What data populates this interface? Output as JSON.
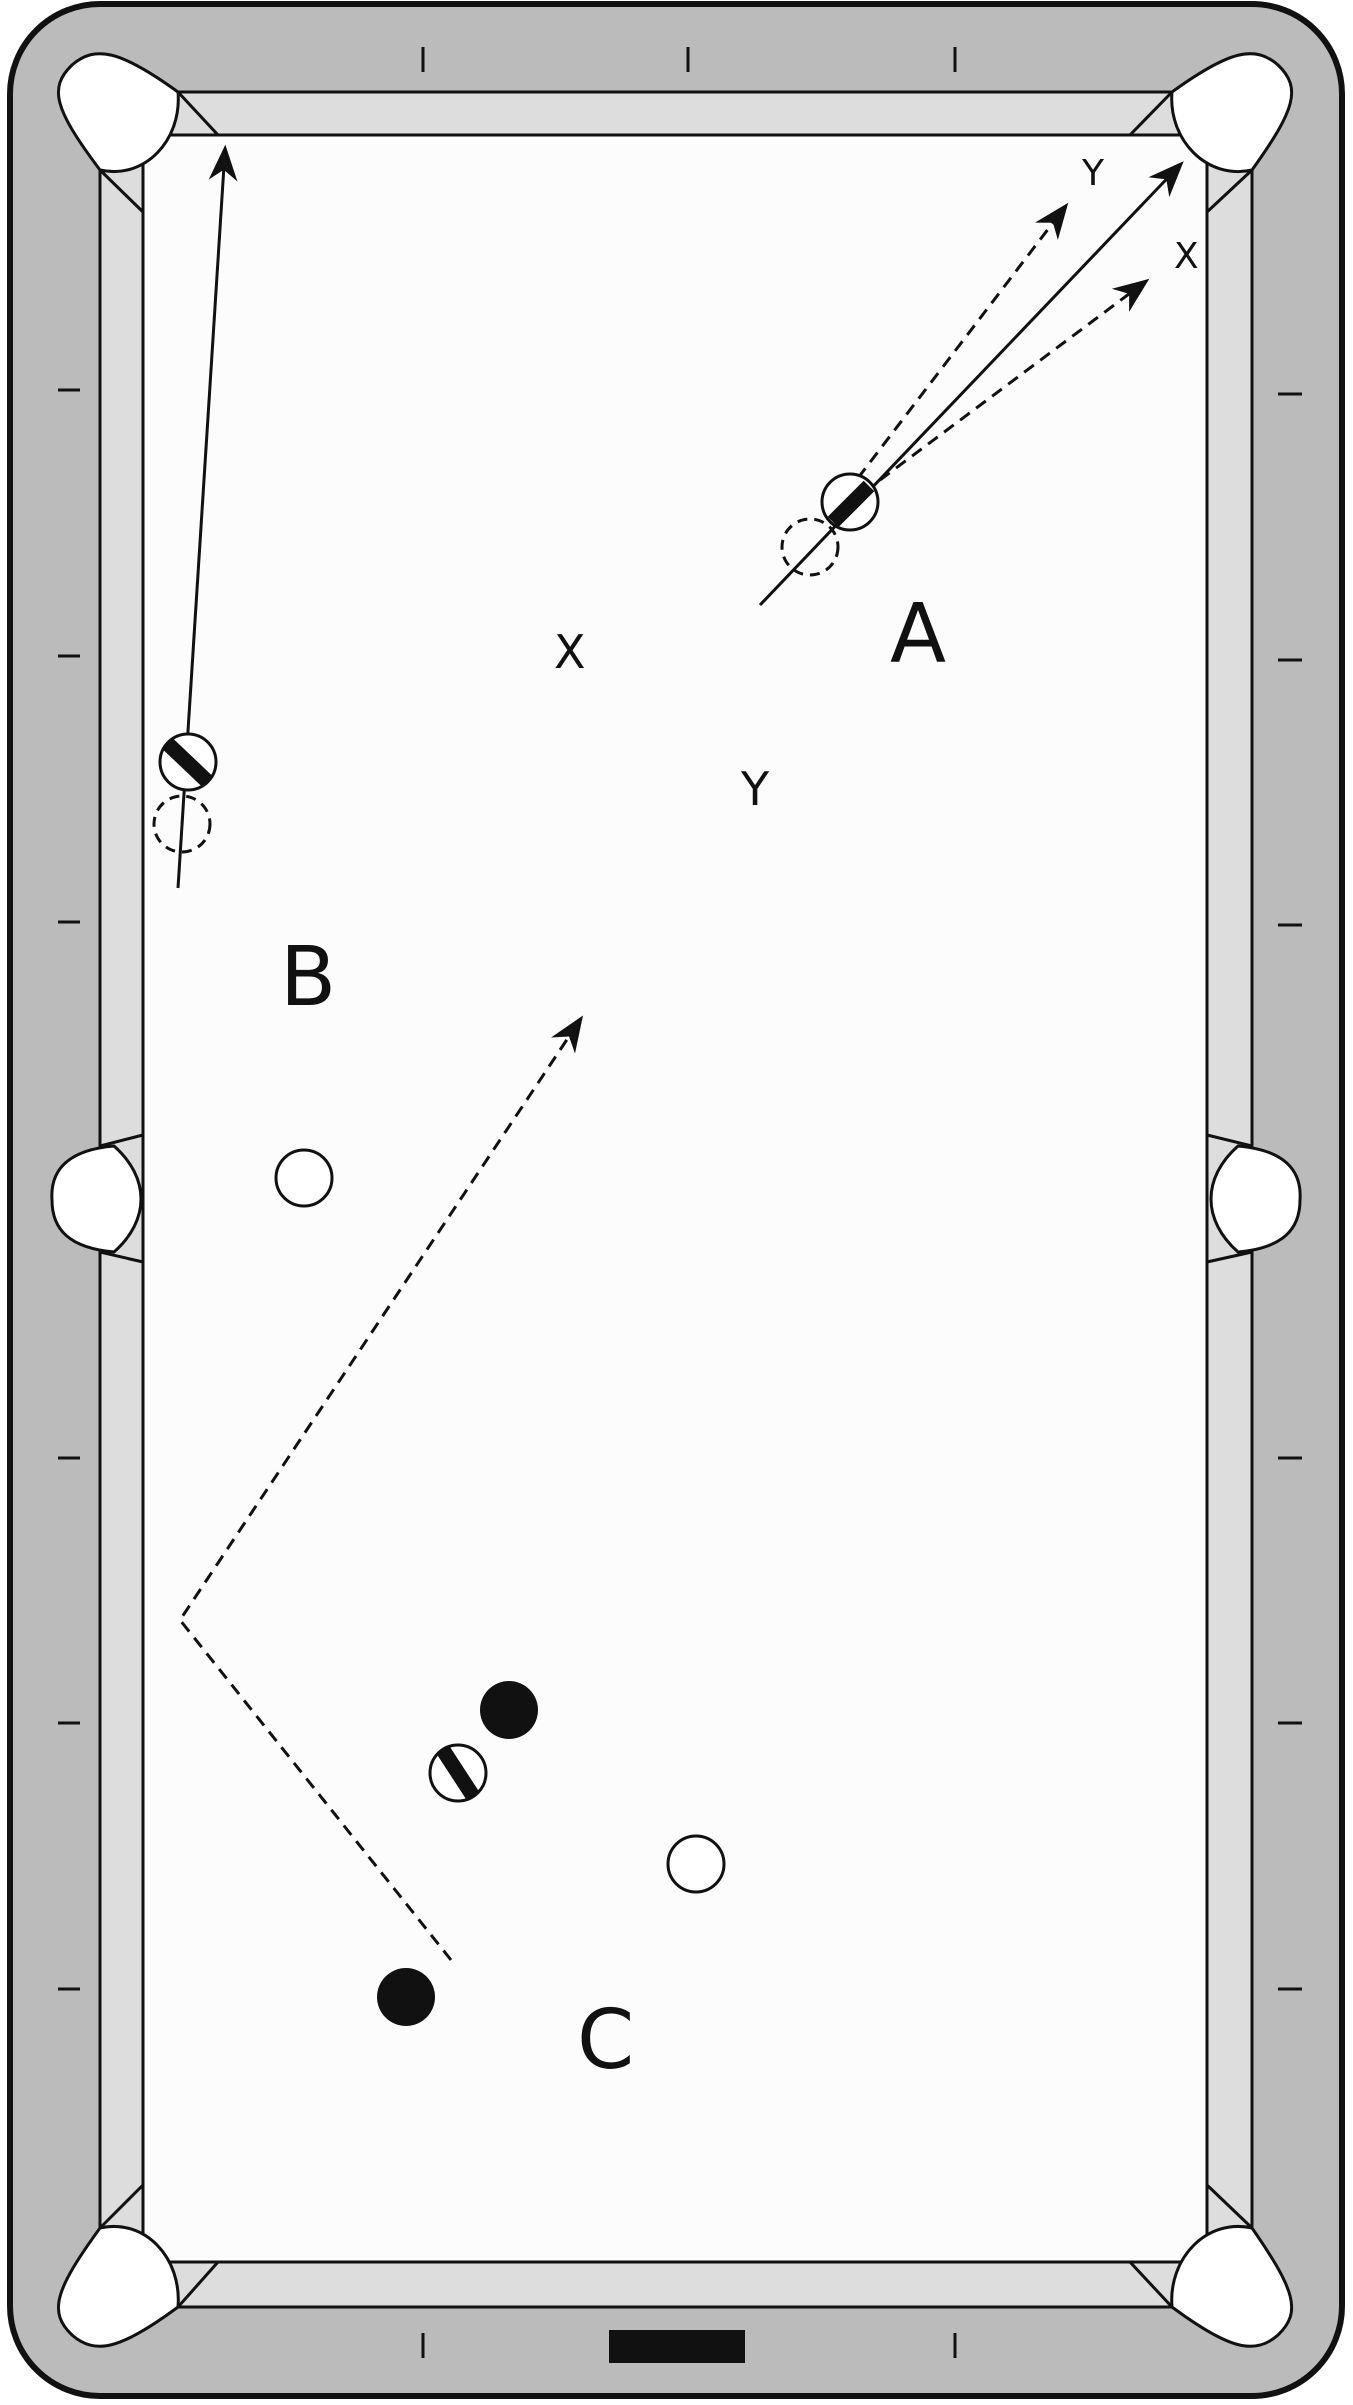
{
  "colors": {
    "rail": "#bbbbbb",
    "cushion": "#dddddd",
    "cloth": "#fcfcfc",
    "line": "#111111",
    "pocket": "#ffffff"
  },
  "icons": {
    "pocket": "pocket-icon",
    "diamond": "diamond-marker-icon",
    "head-spot": "head-string-bar-icon",
    "cue-ball": "cue-ball-icon",
    "solid-ball": "solid-ball-icon",
    "striped-ball": "striped-ball-icon",
    "ghost-ball": "ghost-ball-icon",
    "arrow": "arrow-icon"
  },
  "labels": {
    "diagram_a": "A",
    "diagram_b": "B",
    "diagram_c": "C",
    "path_x_small": "X",
    "path_y_small": "Y",
    "path_x_large": "X",
    "path_y_large": "Y"
  }
}
